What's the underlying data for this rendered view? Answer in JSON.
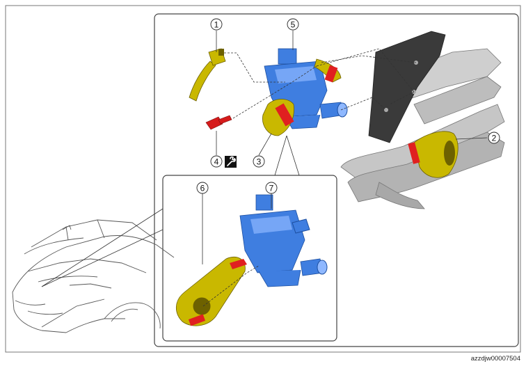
{
  "figure": {
    "reference_code": "azzdjw00007504",
    "callouts": [
      {
        "id": "callout-1",
        "label": "1"
      },
      {
        "id": "callout-2",
        "label": "2"
      },
      {
        "id": "callout-3",
        "label": "3"
      },
      {
        "id": "callout-4",
        "label": "4"
      },
      {
        "id": "callout-5",
        "label": "5"
      },
      {
        "id": "callout-6",
        "label": "6"
      },
      {
        "id": "callout-7",
        "label": "7"
      }
    ],
    "icons": {
      "torque": "wrench-torque-icon"
    },
    "colors": {
      "valve_body": "#3f7ee0",
      "valve_highlight": "#8fb8ff",
      "hose": "#c9b800",
      "hose_shadow": "#6d6100",
      "clamp": "#e02020",
      "bolt": "#d61b1b",
      "pipe": "#b8b8b8",
      "bracket": "#3a3a3a",
      "frame": "#777777"
    }
  }
}
